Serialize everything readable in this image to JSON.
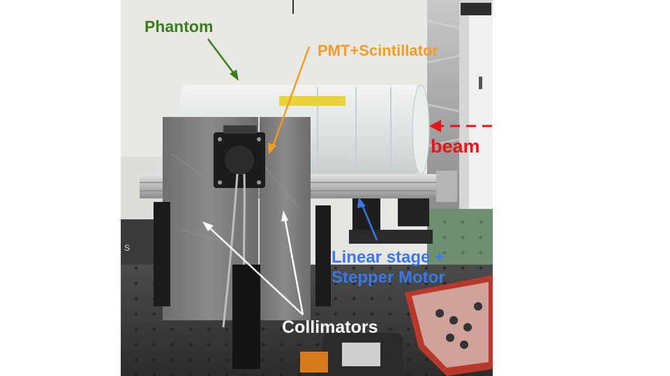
{
  "labels": {
    "phantom": "Phantom",
    "pmt": "PMT+Scintillator",
    "beam": "beam",
    "linear_stage_line1": "Linear stage +",
    "linear_stage_line2": "Stepper Motor",
    "collimators": "Collimators"
  },
  "colors": {
    "phantom": "#3a7d1e",
    "pmt": "#f39c1f",
    "beam": "#e8141c",
    "linear_stage": "#3b78e7",
    "collimators": "#ffffff"
  }
}
